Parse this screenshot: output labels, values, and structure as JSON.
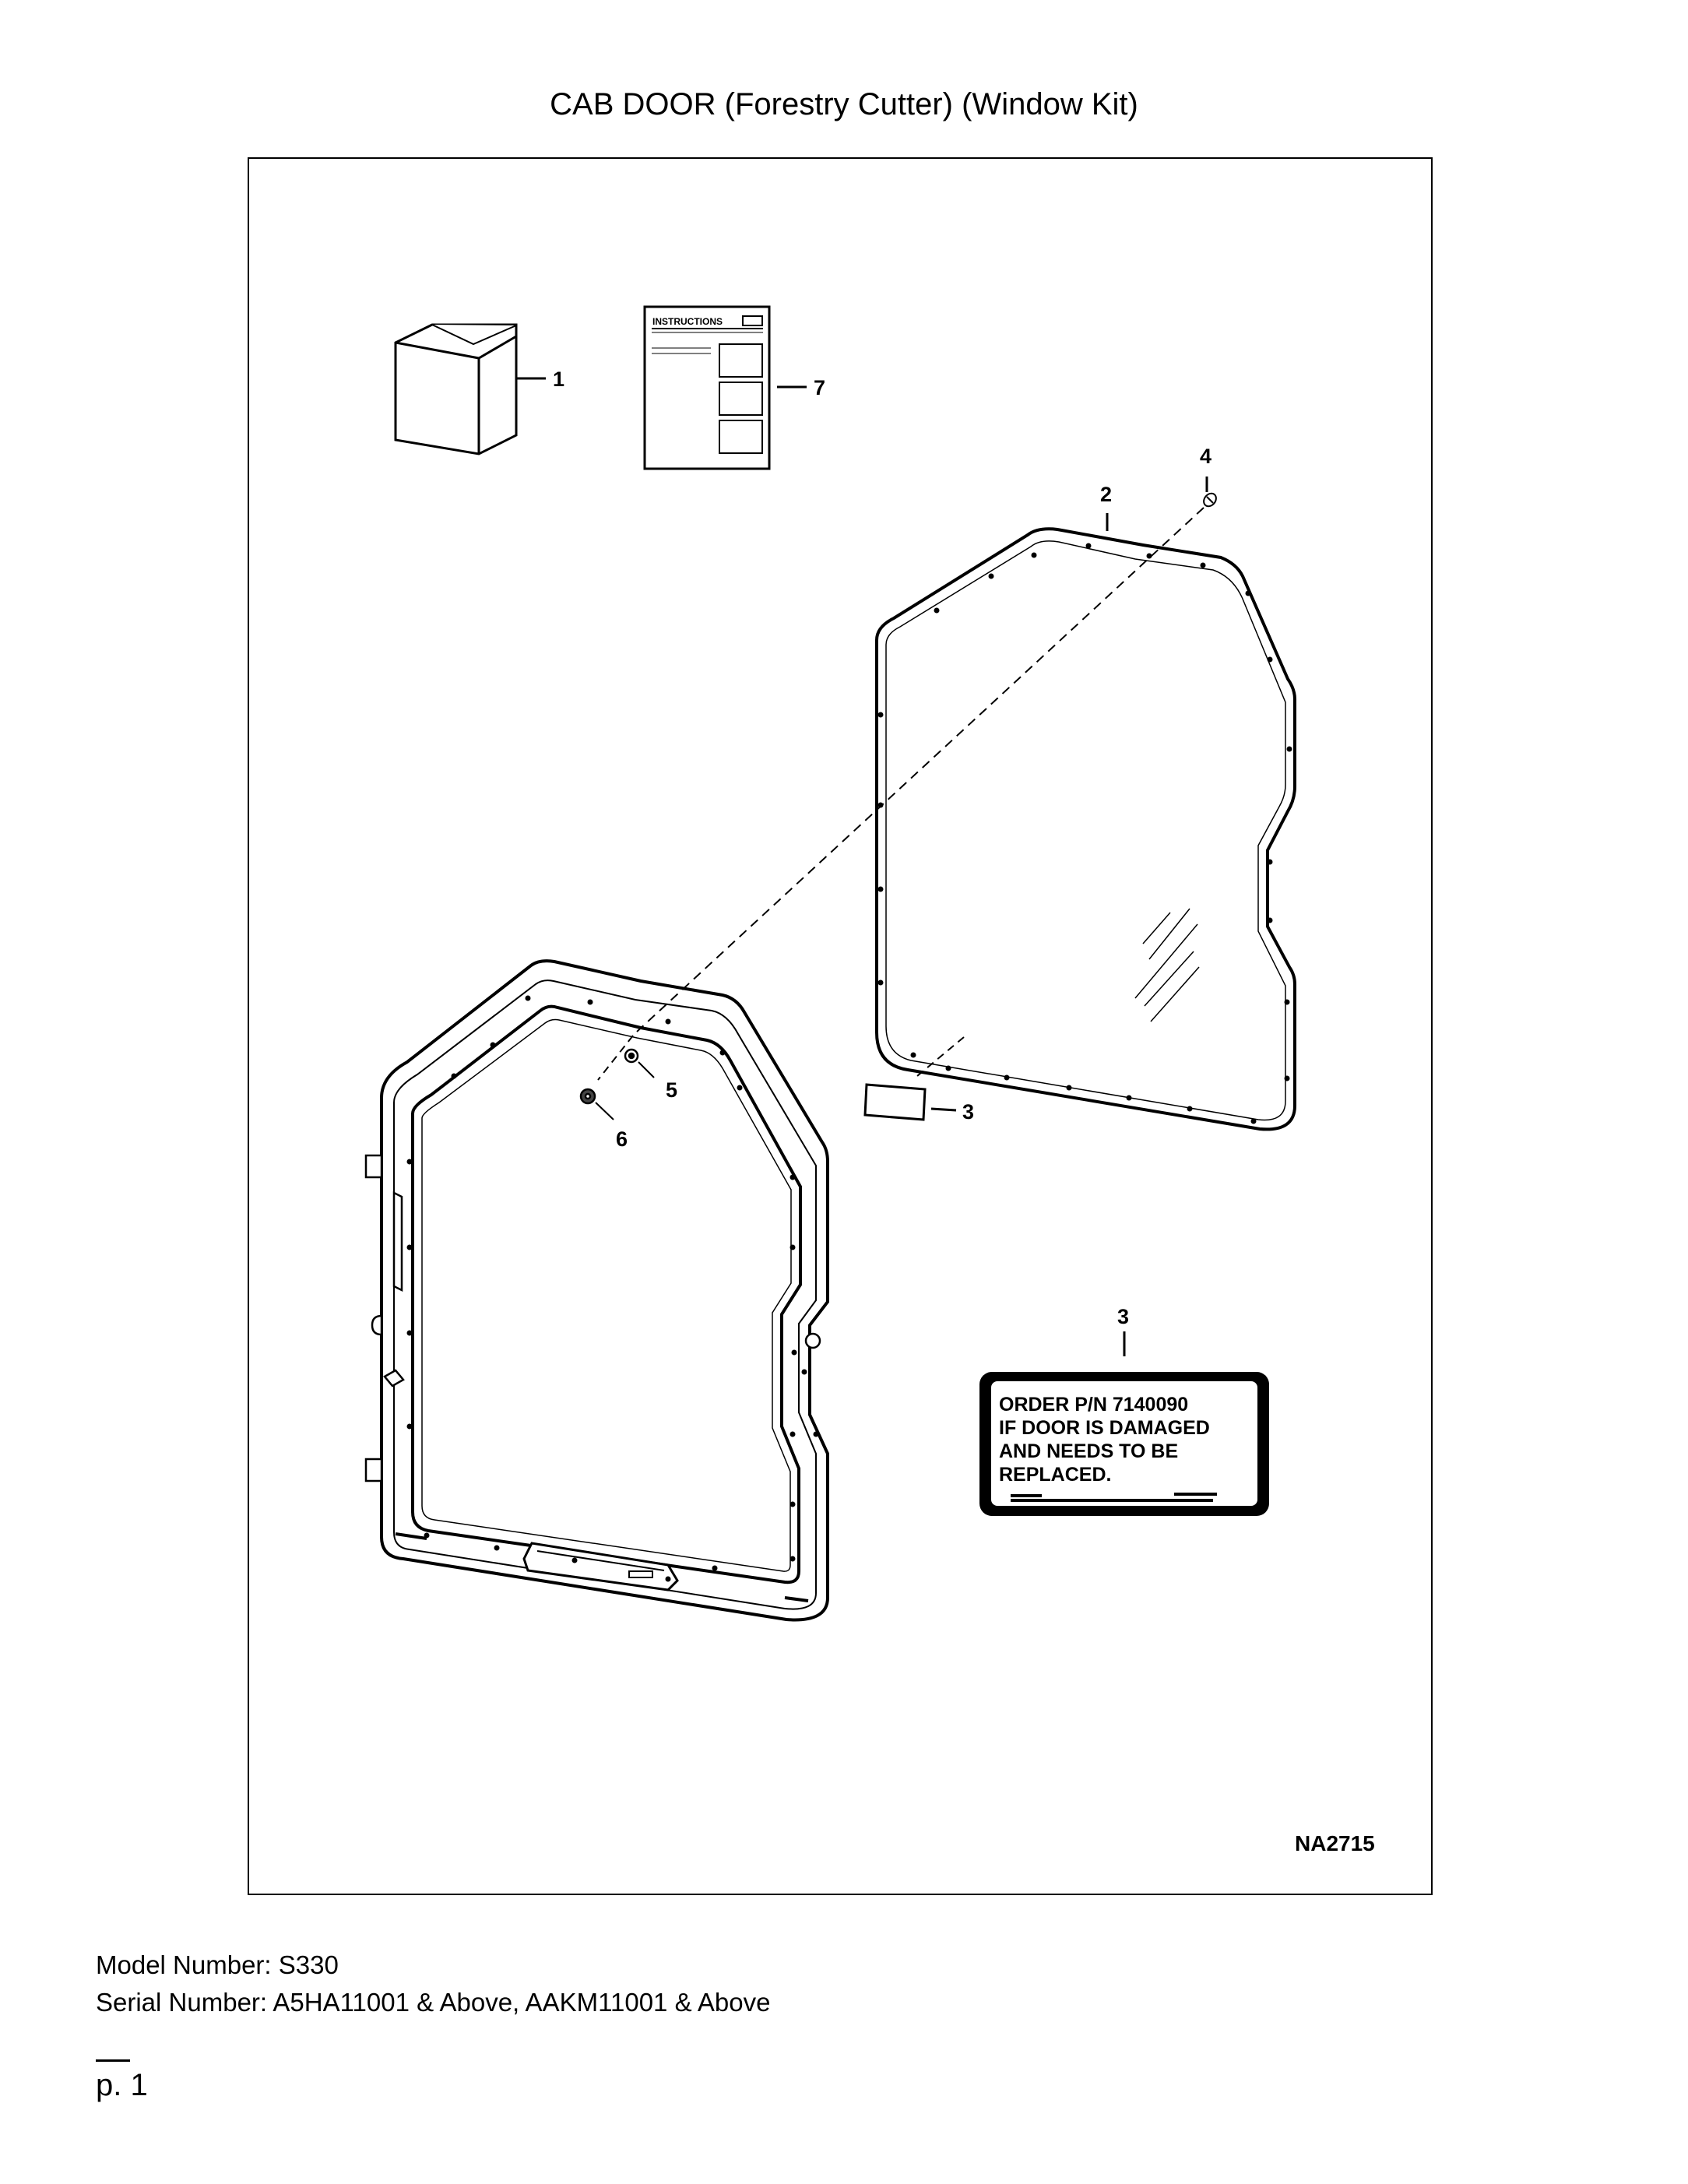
{
  "page": {
    "title": "CAB DOOR (Forestry Cutter) (Window Kit)",
    "model_number": "Model Number: S330",
    "serial_number": "Serial Number: A5HA11001 & Above, AAKM11001 & Above",
    "page_number": "p. 1"
  },
  "diagram": {
    "reference": "NA2715",
    "callouts": {
      "c1": "1",
      "c2": "2",
      "c3a": "3",
      "c3b": "3",
      "c4": "4",
      "c5": "5",
      "c6": "6",
      "c7": "7"
    },
    "instructions_label": "INSTRUCTIONS",
    "decal_lines": [
      "ORDER P/N 7140090",
      "IF DOOR IS DAMAGED",
      "AND NEEDS TO BE",
      "REPLACED."
    ]
  }
}
